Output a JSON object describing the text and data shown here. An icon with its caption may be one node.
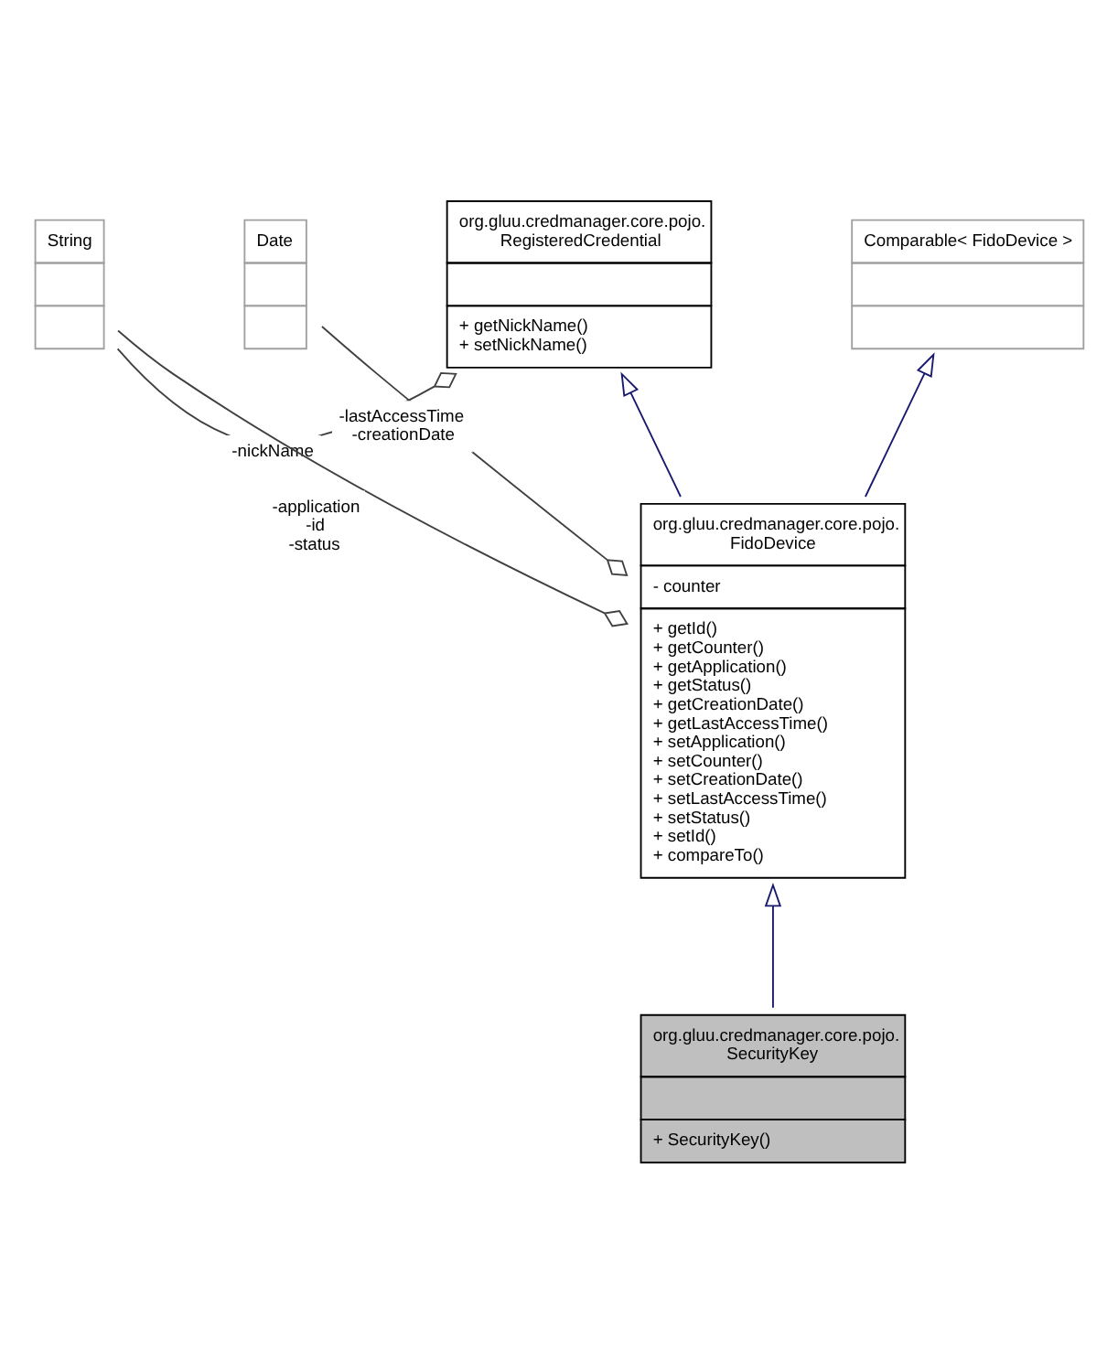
{
  "diagram": {
    "nodes": [
      {
        "text": [
          "String"
        ]
      },
      {
        "text": [
          "org.gluu.credmanager.core.pojo. RegisteredCredential",
          "+ getNickName()",
          "+ setNickName()"
        ]
      },
      {
        "text": [
          "Comparable< FidoDevice >"
        ]
      },
      {
        "text": [
          "Date"
        ]
      },
      {
        "text": [
          "org.gluu.credmanager.core.pojo. FidoDevice",
          "- counter",
          "+ getId()",
          "+ getCounter()",
          "+ getApplication()",
          "+ getStatus()",
          "+ getCreationDate()",
          "+ getLastAccessTime()",
          "+ setApplication()",
          "+ setCounter()",
          "+ setCreationDate()",
          "+ setLastAccessTime()",
          "+ setStatus()",
          "+ setId()",
          "+ compareTo()"
        ]
      },
      {
        "text": [
          "org.gluu.credmanager.core.pojo. SecurityKey",
          "+ SecurityKey()"
        ]
      }
    ],
    "edges": [
      {
        "from": 0,
        "to": 1,
        "arrow": "other",
        "label": "-nickName",
        "color": "#404040"
      },
      {
        "from": 0,
        "to": 4,
        "arrow": "other",
        "label": "-application -id -status",
        "color": "#404040"
      },
      {
        "from": 4,
        "to": 1,
        "arrow": "to",
        "color": "#191970"
      },
      {
        "from": 4,
        "to": 2,
        "arrow": "to",
        "color": "#191970"
      },
      {
        "from": 3,
        "to": 4,
        "arrow": "other",
        "label": "-lastAccessTime -creationDate",
        "color": "#404040"
      },
      {
        "from": 5,
        "to": 4,
        "arrow": "to",
        "color": "#191970"
      }
    ]
  }
}
